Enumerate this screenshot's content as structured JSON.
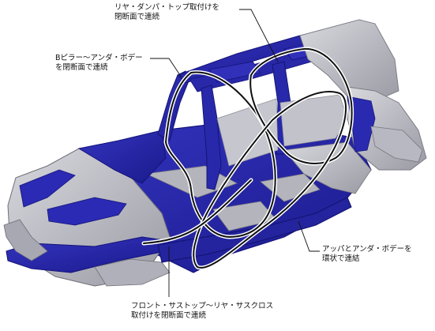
{
  "callouts": {
    "rear_damper": {
      "line1": "リヤ・ダンパ・トップ取付けを",
      "line2": "閉断面で連続"
    },
    "b_pillar": {
      "line1": "Bピラー〜アンダ・ボデー",
      "line2": "を閉断面で連続"
    },
    "upper_under": {
      "line1": "アッパとアンダ・ボデーを",
      "line2": "環状で連結"
    },
    "front_strut": {
      "line1": "フロント・サストップ〜リヤ・サスクロス",
      "line2": "取付けを閉断面で連続"
    }
  },
  "colors": {
    "frame_blue": "#2222a8",
    "frame_blue_dark": "#14147a",
    "panel_gray": "#bcbcc4",
    "panel_gray_dark": "#8c8c96",
    "ring_line": "#111111",
    "ring_halo": "#ffffff"
  }
}
